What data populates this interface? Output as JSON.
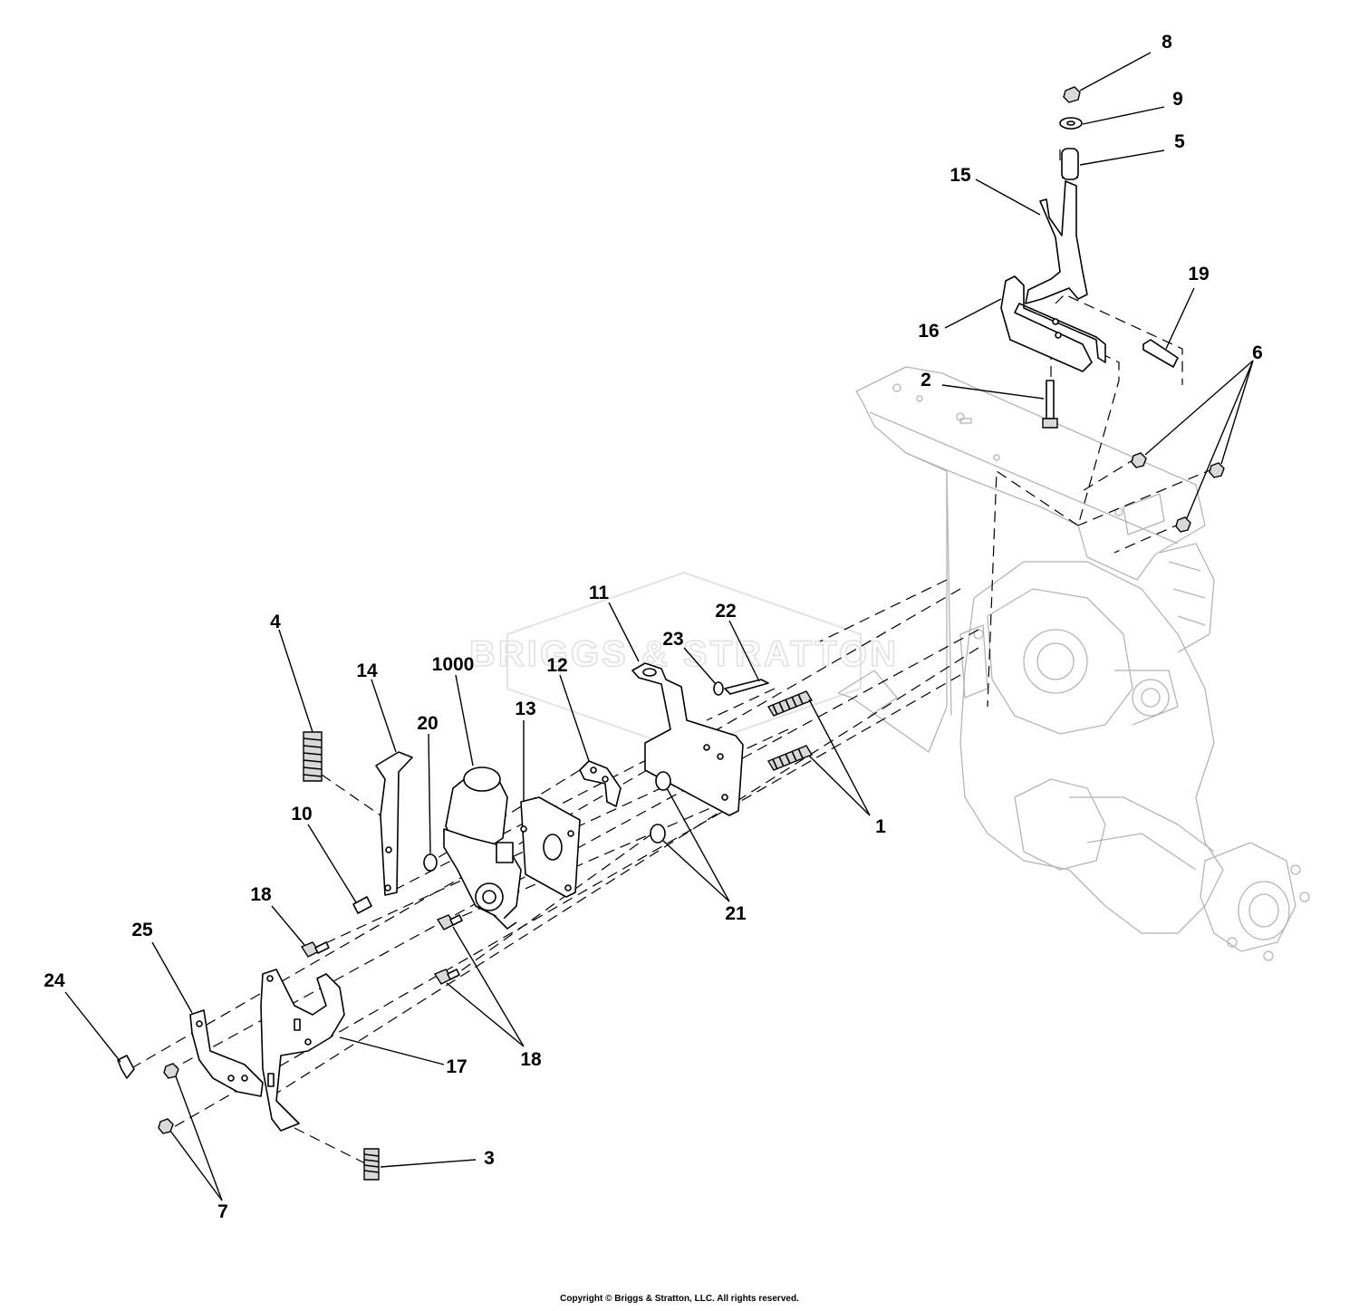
{
  "watermark": "BRIGGS & STRATTON",
  "callouts": [
    {
      "id": "8",
      "label": "8"
    },
    {
      "id": "9",
      "label": "9"
    },
    {
      "id": "5",
      "label": "5"
    },
    {
      "id": "15",
      "label": "15"
    },
    {
      "id": "19",
      "label": "19"
    },
    {
      "id": "16",
      "label": "16"
    },
    {
      "id": "6",
      "label": "6"
    },
    {
      "id": "2",
      "label": "2"
    },
    {
      "id": "11",
      "label": "11"
    },
    {
      "id": "22",
      "label": "22"
    },
    {
      "id": "23",
      "label": "23"
    },
    {
      "id": "4",
      "label": "4"
    },
    {
      "id": "14",
      "label": "14"
    },
    {
      "id": "1000",
      "label": "1000"
    },
    {
      "id": "12",
      "label": "12"
    },
    {
      "id": "13",
      "label": "13"
    },
    {
      "id": "20",
      "label": "20"
    },
    {
      "id": "10",
      "label": "10"
    },
    {
      "id": "1",
      "label": "1"
    },
    {
      "id": "21",
      "label": "21"
    },
    {
      "id": "18a",
      "label": "18"
    },
    {
      "id": "25",
      "label": "25"
    },
    {
      "id": "24",
      "label": "24"
    },
    {
      "id": "17",
      "label": "17"
    },
    {
      "id": "18b",
      "label": "18"
    },
    {
      "id": "3",
      "label": "3"
    },
    {
      "id": "7",
      "label": "7"
    }
  ],
  "copyright": "Copyright © Briggs & Stratton, LLC. All rights reserved."
}
